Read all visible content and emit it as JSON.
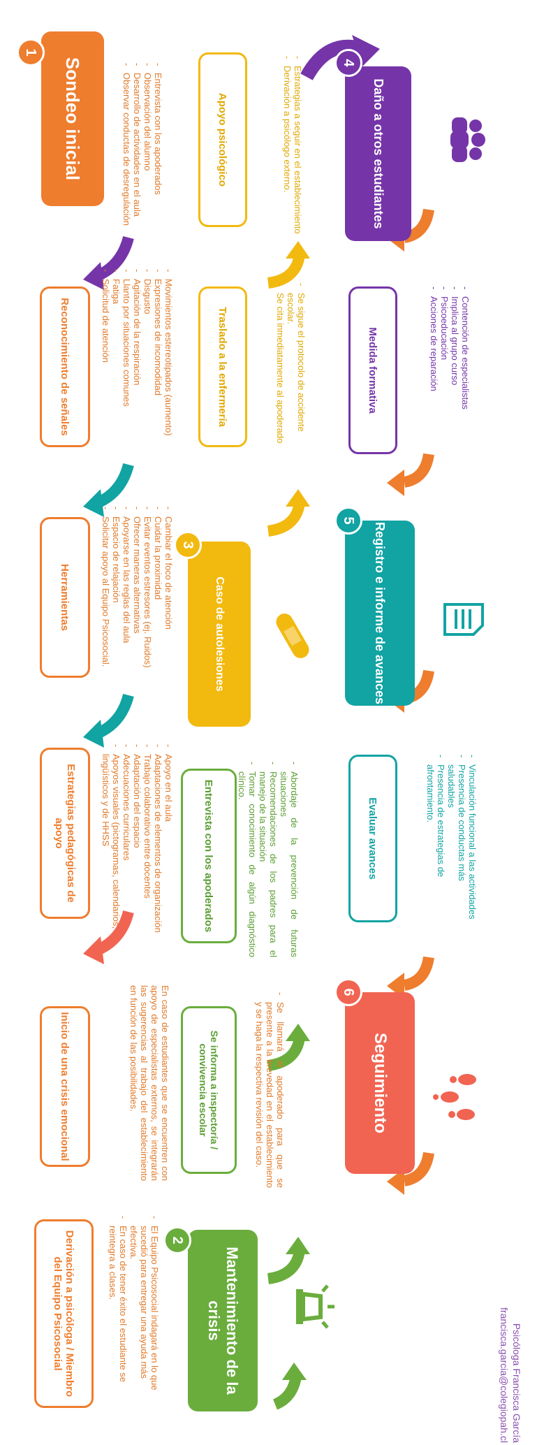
{
  "step1": {
    "number": "1",
    "title": "Sondeo inicial",
    "items": [
      "Entrevista con los apoderados",
      "Observación del alumno",
      "Desarrollo de actividades en el aula",
      "Observar conductas de desregulación"
    ]
  },
  "senales": {
    "title": "Reconocimiento de señales",
    "items": [
      "Movimientos estereotipados (aumento)",
      "Expresiones de incomodidad",
      "Disgusto",
      "Agitación de la respiración",
      "Llanto por situaciones comunes",
      "Fatiga",
      "Solicitud de atención"
    ]
  },
  "herramientas": {
    "title": "Herramientas",
    "items": [
      "Cambiar el foco de atención",
      "Cuidar la proximidad",
      "Evitar eventos estresores (ej. Ruidos)",
      "Ofrecer maneras alternativas",
      "Apoyarse en las reglas del aula",
      "Espacio de relajación",
      "Solicitar apoyo al Equipo Psicosocial."
    ]
  },
  "estrategias": {
    "title": "Estrategias pedagógicas de apoyo",
    "items": [
      "Apoyo en el aula",
      "Adaptaciones de elementos de organización",
      "Trabajo colaborativo entre docentes",
      "Adaptación del espacio",
      "Adecuaciones curriculares",
      "Apoyos visuales (pictogramas, calendarios, lingüísticos y de HHSS"
    ]
  },
  "inicio": {
    "title": "Inicio de una crisis emocional",
    "text": "En caso de estudiantes que se encuentren con apoyo de especialistas externos, se integrarán las sugerencias al trabajo del establecimiento en función de las posibilidades."
  },
  "derivacion": {
    "title": "Derivación a psicóloga / Miembro del Equipo Psicosocial",
    "items": [
      "El Equipo Psicosocial indagará en lo que sucedió para entregar una ayuda más efectiva.",
      "En caso de tener éxito el estudiante se reintegra a clases."
    ]
  },
  "step2": {
    "number": "2",
    "title": "Mantenimiento de la crisis"
  },
  "informa": {
    "title": "Se informa a inspectoría / convivencia escolar",
    "items": [
      "Se llamará al apoderado para que se presente a la brevedad en el establecimiento y se haga la respectiva revisión del caso."
    ]
  },
  "entrevista": {
    "title": "Entrevista con los apoderados",
    "items": [
      "Abordaje de la prevención de futuras situaciones",
      "Recomendaciones de los padres para el manejo de la situación",
      "Tomar conocimiento de algún diagnóstico clínico."
    ]
  },
  "step3": {
    "number": "3",
    "title": "Caso de autolesiones"
  },
  "traslado": {
    "title": "Traslado a la enfermería",
    "items": [
      "Se sigue el protocolo de accidente escolar.",
      "Se cita inmediatamente al apoderado"
    ]
  },
  "apoyo": {
    "title": "Apoyo psicológico",
    "items": [
      "Estrategias a seguir en el establecimiento",
      "Derivación a psicólogo externo."
    ]
  },
  "step4": {
    "number": "4",
    "title": "Daño a otros estudiantes"
  },
  "medida": {
    "title": "Medida formativa",
    "items": [
      "Contención de especialistas",
      "Implica al grupo curso",
      "Psicoeducación",
      "Acciones de reparación"
    ]
  },
  "step5": {
    "number": "5",
    "title": "Registro e informe de avances"
  },
  "evaluar": {
    "title": "Evaluar avances",
    "items": [
      "Vinculación funcional a las actividades",
      "Presencia de conductas más saludables",
      "Presencia de estrategias de afrontamiento."
    ]
  },
  "step6": {
    "number": "6",
    "title": "Seguimiento"
  },
  "credit": {
    "name": "Psicóloga Francisca García",
    "email": "francisca.garcia@colegiopah.cl"
  },
  "colors": {
    "orange": "#ee7d2e",
    "yellow": "#f2b90f",
    "green": "#6aad3d",
    "purple": "#7535a8",
    "teal": "#12a3a3",
    "red": "#f16452"
  },
  "icons": [
    "group-icon",
    "bandage-icon",
    "document-icon",
    "siren-icon",
    "footprints-icon"
  ]
}
